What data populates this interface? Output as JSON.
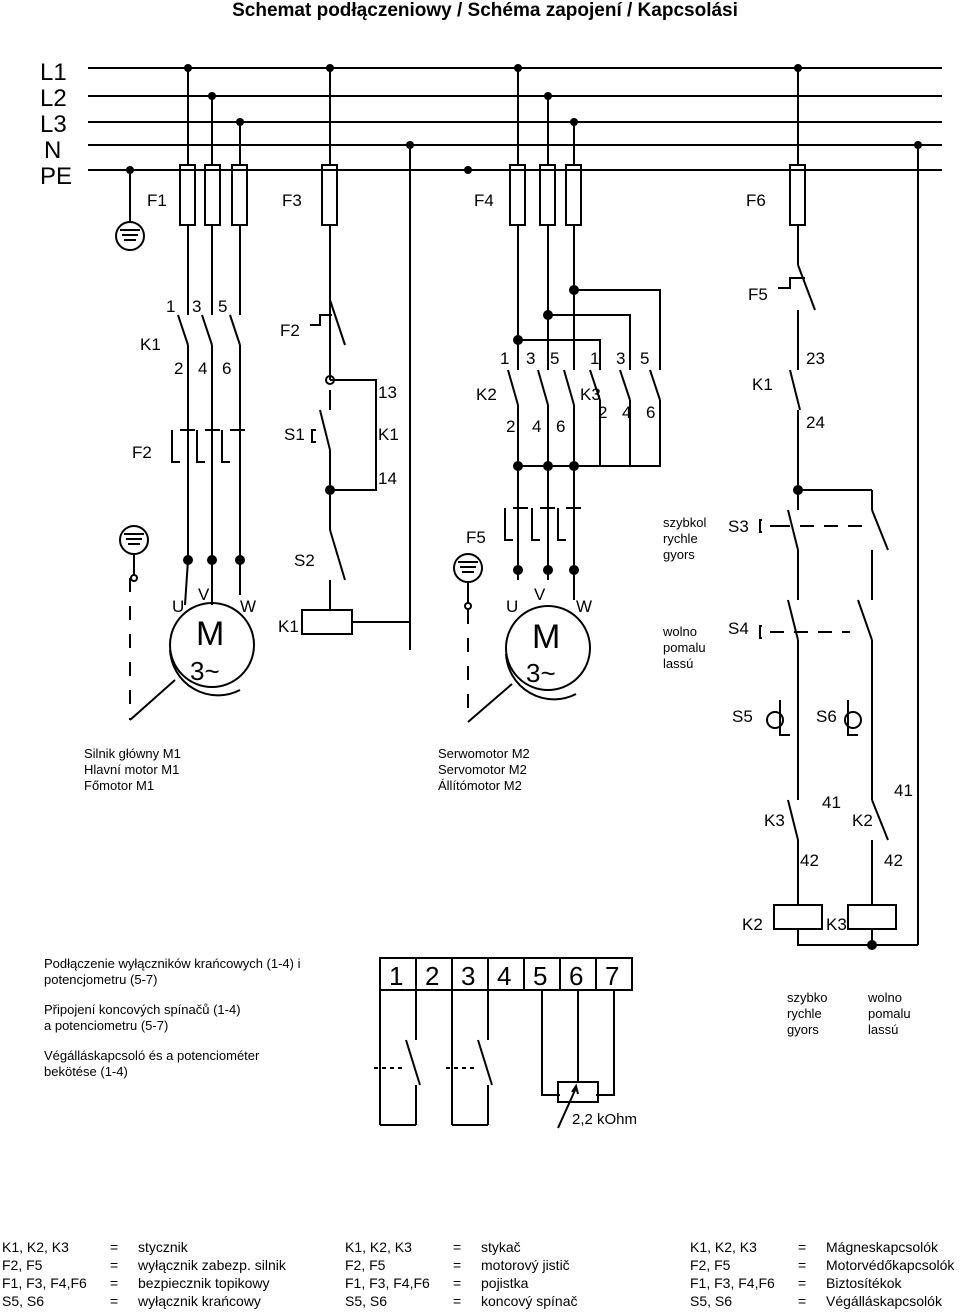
{
  "title": "Schemat podłączeniowy / Schéma zapojení / Kapcsolási",
  "lines": [
    "L1",
    "L2",
    "L3",
    "N",
    "PE"
  ],
  "fuses": {
    "f1": "F1",
    "f3": "F3",
    "f4": "F4",
    "f6": "F6"
  },
  "relays": {
    "f2": "F2",
    "f5": "F5",
    "f2_protect": "F2",
    "f5_protect": "F5"
  },
  "contactors": {
    "k1": "K1",
    "k2": "K2",
    "k3": "K3",
    "k1_aux": "K1",
    "k1_coil": "K1",
    "k1_hold": "K1",
    "k3_interlock": "K3",
    "k2_interlock": "K2",
    "k2_coil": "K2",
    "k3_coil": "K3"
  },
  "switches": {
    "s1": "S1",
    "s2": "S2",
    "s3": "S3",
    "s4": "S4",
    "s5": "S5",
    "s6": "S6"
  },
  "terminals": {
    "t1": "1",
    "t3": "3",
    "t5": "5",
    "t2": "2",
    "t4": "4",
    "t6": "6",
    "t13": "13",
    "t14": "14",
    "t23": "23",
    "t24": "24",
    "t41": "41",
    "t42": "42"
  },
  "motor": {
    "m": "M",
    "phase": "3~",
    "u": "U",
    "v": "V",
    "w": "W"
  },
  "speed": {
    "fast": [
      "szybkol",
      "rychle",
      "gyors"
    ],
    "slow": [
      "wolno",
      "pomalu",
      "lassú"
    ],
    "fast2": [
      "szybko",
      "rychle",
      "gyors"
    ],
    "slow2": [
      "wolno",
      "pomalu",
      "lassú"
    ]
  },
  "motors_caption": {
    "main": [
      "Silnik główny M1",
      "Hlavní motor M1",
      "Főmotor M1"
    ],
    "servo": [
      "Serwomotor M2",
      "Servomotor M2",
      "Állítómotor M2"
    ]
  },
  "connection_text": {
    "pl": [
      "Podłączenie wyłączników krańcowych (1-4) i",
      "potencjometru (5-7)"
    ],
    "cz": [
      "Připojení koncových spínačů (1-4)",
      "a potenciometru (5-7)"
    ],
    "hu": [
      "Végálláskapcsoló  és a potenciométer",
      "bekötése (1-4)"
    ]
  },
  "terminal_block": [
    "1",
    "2",
    "3",
    "4",
    "5",
    "6",
    "7"
  ],
  "potentiometer": "2,2 kOhm",
  "legend": [
    {
      "rows": [
        [
          "K1, K2, K3",
          "=",
          "stycznik"
        ],
        [
          "F2, F5",
          "=",
          "wyłącznik zabezp. silnik"
        ],
        [
          "F1, F3, F4,F6",
          "=",
          "bezpiecznik topikowy"
        ],
        [
          "S5, S6",
          "=",
          "wyłącznik krańcowy"
        ]
      ]
    },
    {
      "rows": [
        [
          "K1, K2, K3",
          "=",
          "stykač"
        ],
        [
          "F2, F5",
          "=",
          "motorový jistič"
        ],
        [
          "F1, F3, F4,F6",
          "=",
          "pojistka"
        ],
        [
          "S5, S6",
          "=",
          "koncový spínač"
        ]
      ]
    },
    {
      "rows": [
        [
          "K1, K2, K3",
          "=",
          "Mágneskapcsolók"
        ],
        [
          "F2, F5",
          "=",
          "Motorvédőkapcsolók"
        ],
        [
          "F1, F3, F4,F6",
          "=",
          "Biztosítékok"
        ],
        [
          "S5, S6",
          "=",
          "Végálláskapcsolók"
        ]
      ]
    }
  ]
}
